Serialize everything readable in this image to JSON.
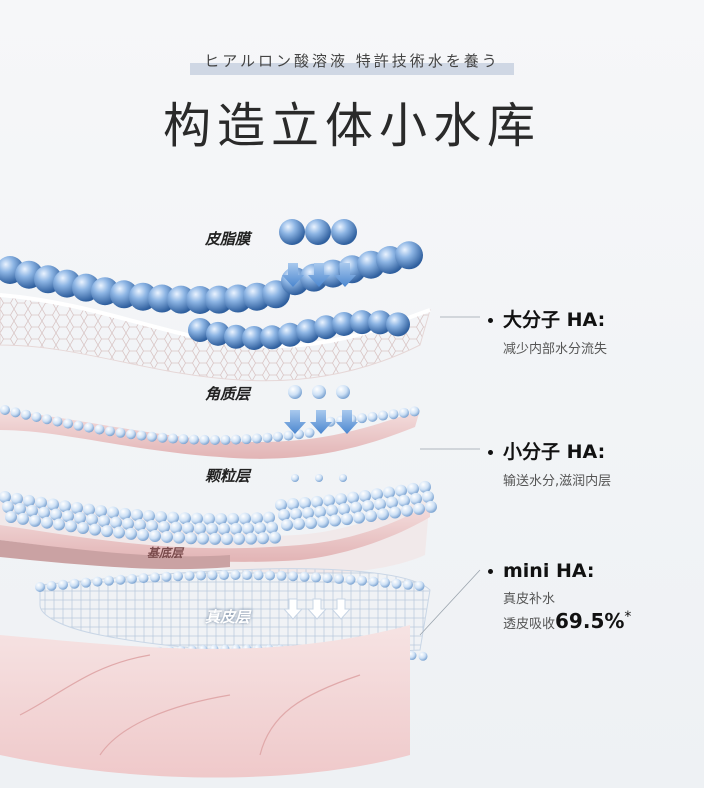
{
  "header": {
    "subtitle": "ヒアルロン酸溶液 特許技術水を養う",
    "title": "构造立体小水库"
  },
  "layers": [
    {
      "label": "皮脂膜"
    },
    {
      "label": "角质层"
    },
    {
      "label": "颗粒层"
    },
    {
      "label": "基底层"
    },
    {
      "label": "真皮层"
    }
  ],
  "annotations": [
    {
      "title": "大分子 HA:",
      "desc": "减少内部水分流失"
    },
    {
      "title": "小分子 HA:",
      "desc": "输送水分,滋润内层"
    },
    {
      "title": "mini HA:",
      "desc_line1": "真皮补水",
      "desc_prefix": "透皮吸收",
      "value": "69.5%",
      "mark": "*"
    }
  ],
  "colors": {
    "accent_blue": "#4f86c6",
    "skin_pink": "#e9b7b7",
    "arrow_blue": "#5b95d6",
    "text_dark": "#222222"
  }
}
